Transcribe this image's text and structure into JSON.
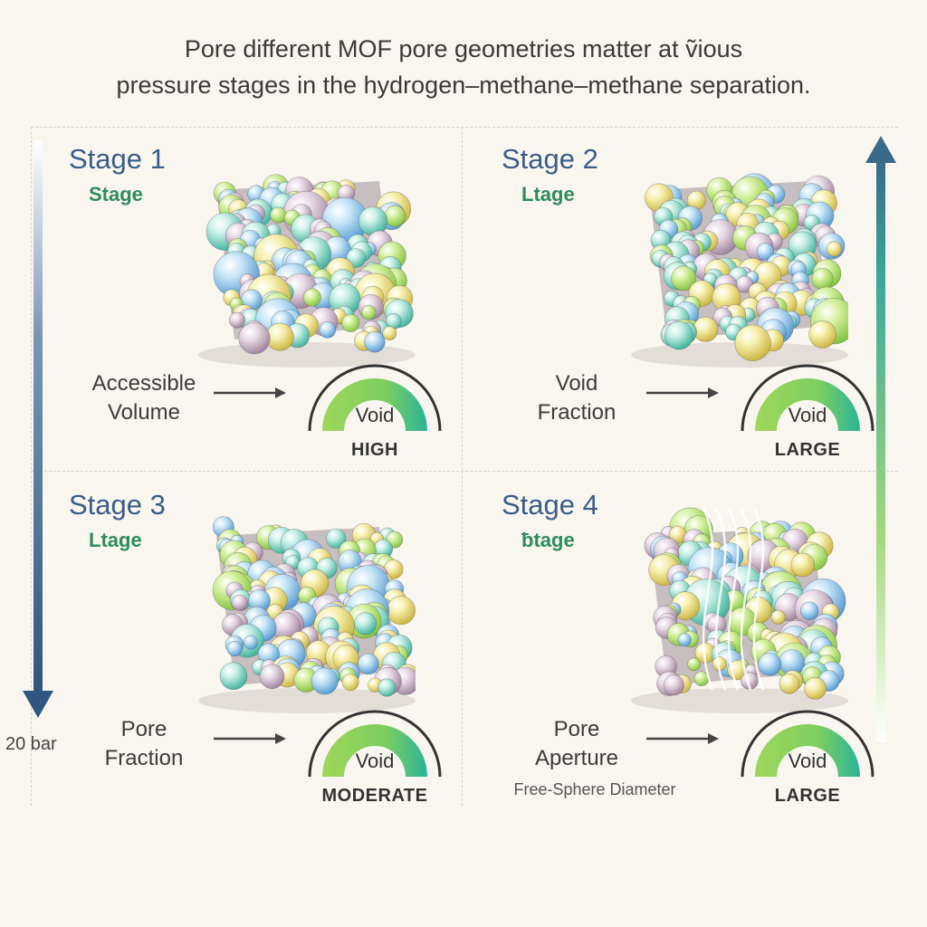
{
  "title": {
    "line1": "Pore different MOF pore geometries matter at ṽious",
    "line2": "pressure stages in the hydrogen–methane–methane separation."
  },
  "axis": {
    "bar_label": "20 bar"
  },
  "colors": {
    "stage_title": "#3b5d88",
    "stage_sub": "#2f8c5c",
    "gauge_green": "#9fd65a",
    "gauge_teal": "#2ab39a",
    "arrow_blue": "#3a5f86",
    "arrow_green": "#8fd06a"
  },
  "panels": [
    {
      "title": "Stage 1",
      "subtitle": "Stage",
      "metric_line1": "Accessible",
      "metric_line2": "Volume",
      "metric_note": "",
      "gauge_label": "Void",
      "level": "HIGH"
    },
    {
      "title": "Stage 2",
      "subtitle": "Ltage",
      "metric_line1": "Void",
      "metric_line2": "Fraction",
      "metric_note": "",
      "gauge_label": "Void",
      "level": "LARGE"
    },
    {
      "title": "Stage 3",
      "subtitle": "Ltage",
      "metric_line1": "Pore",
      "metric_line2": "Fraction",
      "metric_note": "",
      "gauge_label": "Void",
      "level": "MODERATE"
    },
    {
      "title": "Stage 4",
      "subtitle": "ƀtage",
      "metric_line1": "Pore",
      "metric_line2": "Aperture",
      "metric_note": "Free-Sphere Diameter",
      "gauge_label": "Void",
      "level": "LARGE"
    }
  ]
}
